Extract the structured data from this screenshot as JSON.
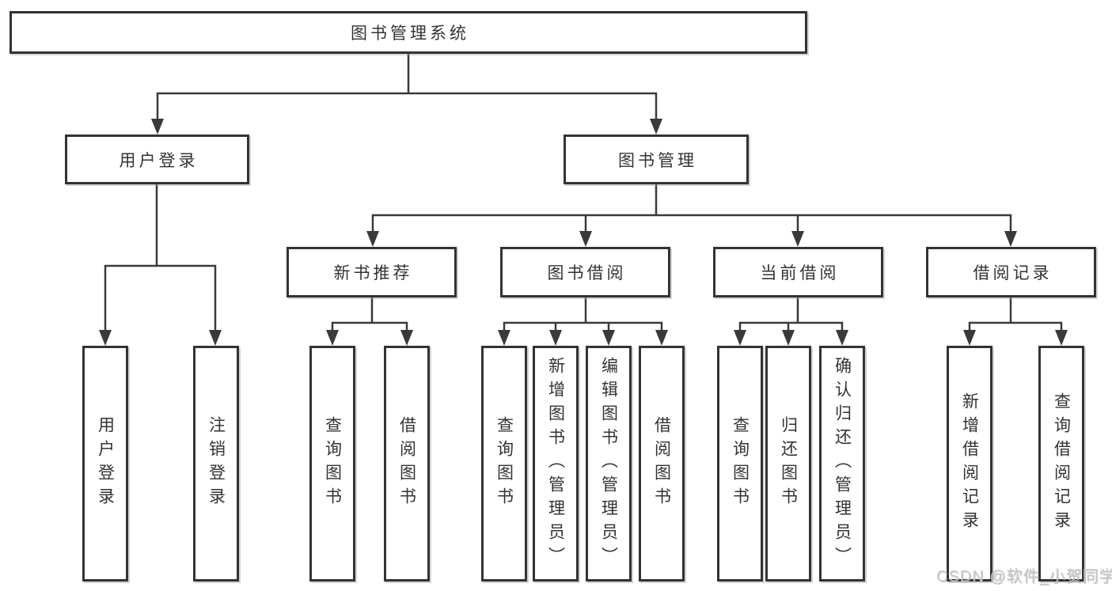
{
  "diagram": {
    "title": "图书管理系统",
    "branches": [
      {
        "label": "用户登录",
        "children": [
          "用户登录",
          "注销登录"
        ]
      },
      {
        "label": "图书管理",
        "groups": [
          {
            "label": "新书推荐",
            "children": [
              "查询图书",
              "借阅图书"
            ]
          },
          {
            "label": "图书借阅",
            "children": [
              "查询图书",
              "新增图书（管理员）",
              "编辑图书（管理员）",
              "借阅图书"
            ]
          },
          {
            "label": "当前借阅",
            "children": [
              "查询图书",
              "归还图书",
              "确认归还（管理员）"
            ]
          },
          {
            "label": "借阅记录",
            "children": [
              "新增借阅记录",
              "查询借阅记录"
            ]
          }
        ]
      }
    ]
  },
  "watermark": {
    "text": "CSDN @软件_小贺同学"
  },
  "colors": {
    "line": "#3a3a3a",
    "box_border": "#333333",
    "background": "#ffffff",
    "watermark": "#c9c9c9"
  }
}
